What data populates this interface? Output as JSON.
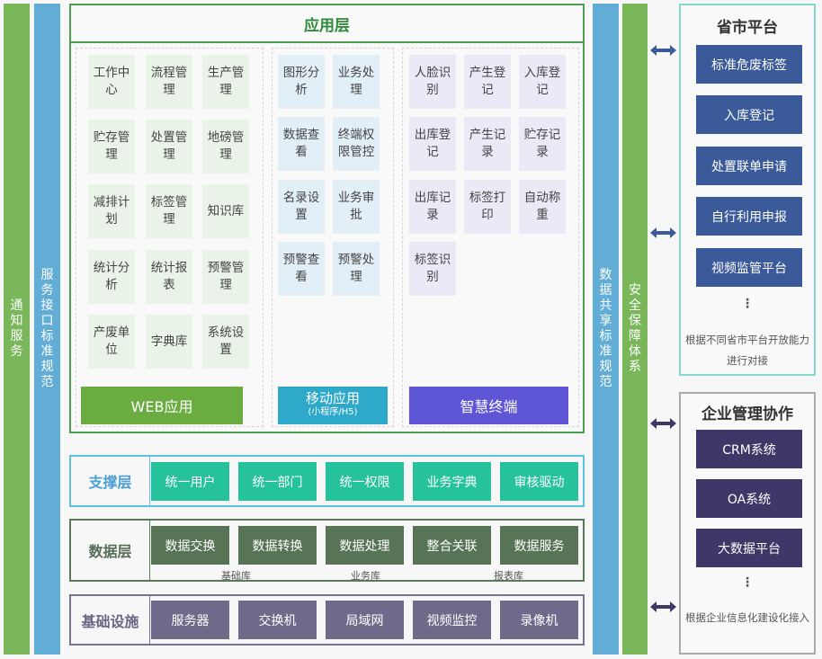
{
  "left_bars": {
    "notify": "通知服务",
    "interface": "服务接口标准规范"
  },
  "right_bars": {
    "data_share": "数据共享标准规范",
    "security": "安全保障体系"
  },
  "app_layer": {
    "title": "应用层",
    "web": {
      "label": "WEB应用",
      "tiles": [
        "工作中心",
        "流程管理",
        "生产管理",
        "贮存管理",
        "处置管理",
        "地磅管理",
        "减排计划",
        "标签管理",
        "知识库",
        "统计分析",
        "统计报表",
        "预警管理",
        "产废单位",
        "字典库",
        "系统设置"
      ]
    },
    "mobile": {
      "label": "移动应用",
      "sublabel": "(小程序/H5)",
      "tiles": [
        "图形分析",
        "业务处理",
        "数据查看",
        "终端权限管控",
        "名录设置",
        "业务审批",
        "预警查看",
        "预警处理"
      ]
    },
    "terminal": {
      "label": "智慧终端",
      "tiles": [
        "人脸识别",
        "产生登记",
        "入库登记",
        "出库登记",
        "产生记录",
        "贮存记录",
        "出库记录",
        "标签打印",
        "自动称重",
        "标签识别"
      ]
    }
  },
  "support_layer": {
    "title": "支撑层",
    "items": [
      "统一用户",
      "统一部门",
      "统一权限",
      "业务字典",
      "审核驱动"
    ]
  },
  "data_layer": {
    "title": "数据层",
    "items": [
      "数据交换",
      "数据转换",
      "数据处理",
      "整合关联",
      "数据服务"
    ],
    "stores": [
      "基础库",
      "业务库",
      "报表库"
    ]
  },
  "infra_layer": {
    "title": "基础设施",
    "items": [
      "服务器",
      "交换机",
      "局域网",
      "视频监控",
      "录像机"
    ]
  },
  "province_platform": {
    "title": "省市平台",
    "items": [
      "标准危废标签",
      "入库登记",
      "处置联单申请",
      "自行利用申报",
      "视频监管平台"
    ],
    "dots": "⋮",
    "note": "根据不同省市平台开放能力进行对接"
  },
  "enterprise": {
    "title": "企业管理协作",
    "items": [
      "CRM系统",
      "OA系统",
      "大数据平台"
    ],
    "dots": "⋮",
    "note": "根据企业信息化建设化接入"
  },
  "colors": {
    "green_bar": "#79b75a",
    "blue_bar": "#62add6",
    "web": "#6aac3f",
    "mobile": "#2fa9c9",
    "terminal": "#5e56d6",
    "support": "#26c29b",
    "data": "#577456",
    "infra": "#6e6a8a",
    "province": "#3b5a9a",
    "enterprise": "#3e3868"
  }
}
